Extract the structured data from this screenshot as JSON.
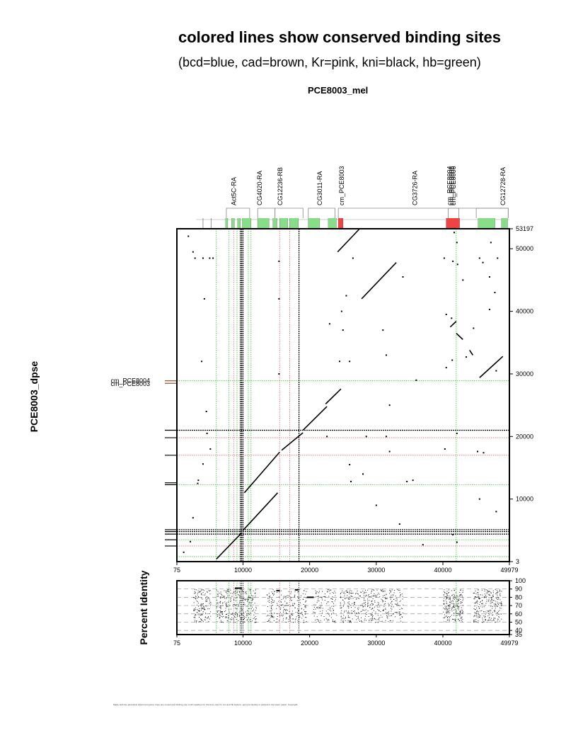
{
  "header": {
    "title": "colored lines show conserved binding sites",
    "subtitle": "(bcd=blue, cad=brown, Kr=pink, kni=black, hb=green)",
    "footer": "Made with the ancestral dotplot program; lines are conserved binding site motif matches for the bcd, cad, Kr, kni and hb factors; percent identity is plotted in the lower panel. Copyright."
  },
  "colors": {
    "bcd": "#2244cc",
    "cad": "#8b4513",
    "Kr": "#ee6677",
    "kni": "#000000",
    "hb": "#33cc33",
    "exon": "#88dd88",
    "cre": "#ee4444",
    "frame": "#000000"
  },
  "chart_data": [
    {
      "type": "scatter",
      "name": "dotplot",
      "title": "PCE8003_mel",
      "xlabel": "",
      "ylabel": "PCE8003_dpse",
      "xlim": [
        75,
        49979
      ],
      "ylim": [
        3,
        53197
      ],
      "x_ticks": [
        "75",
        "10000",
        "20000",
        "30000",
        "40000",
        "49979"
      ],
      "x_tick_values": [
        75,
        10000,
        20000,
        30000,
        40000,
        49979
      ],
      "y_ticks": [
        "3",
        "10000",
        "20000",
        "30000",
        "40000",
        "50000",
        "53197"
      ],
      "y_tick_values": [
        3,
        10000,
        20000,
        30000,
        40000,
        50000,
        53197
      ],
      "segments": [
        [
          6000,
          400,
          9800,
          4600
        ],
        [
          10000,
          5000,
          15200,
          11000
        ],
        [
          10200,
          11000,
          15500,
          17500
        ],
        [
          15800,
          17800,
          19000,
          20600
        ],
        [
          19000,
          21000,
          22600,
          24800
        ],
        [
          22400,
          25200,
          24700,
          27600
        ],
        [
          24200,
          49500,
          27500,
          53197
        ],
        [
          27800,
          42000,
          33000,
          47800
        ],
        [
          41100,
          37500,
          42000,
          38400
        ],
        [
          42000,
          36500,
          43000,
          35500
        ],
        [
          44000,
          33800,
          44500,
          33000
        ],
        [
          45500,
          29400,
          49000,
          32800
        ]
      ],
      "dots": [
        [
          2500,
          49500
        ],
        [
          4000,
          48500
        ],
        [
          5000,
          48500
        ],
        [
          2800,
          48500
        ],
        [
          5500,
          48500
        ],
        [
          1800,
          52000
        ],
        [
          4200,
          42000
        ],
        [
          3800,
          32000
        ],
        [
          4500,
          24000
        ],
        [
          15400,
          30000
        ],
        [
          15400,
          48000
        ],
        [
          15400,
          42000
        ],
        [
          23000,
          38000
        ],
        [
          25000,
          37000
        ],
        [
          26000,
          32000
        ],
        [
          24500,
          32000
        ],
        [
          24800,
          40000
        ],
        [
          25500,
          42500
        ],
        [
          32000,
          25000
        ],
        [
          36000,
          29000
        ],
        [
          31500,
          33000
        ],
        [
          31000,
          37000
        ],
        [
          26500,
          48500
        ],
        [
          34000,
          45500
        ],
        [
          40200,
          48500
        ],
        [
          41500,
          48000
        ],
        [
          42200,
          47500
        ],
        [
          40500,
          39500
        ],
        [
          41300,
          38900
        ],
        [
          43000,
          45000
        ],
        [
          45500,
          48500
        ],
        [
          46000,
          47800
        ],
        [
          47000,
          45500
        ],
        [
          47800,
          43000
        ],
        [
          47000,
          40300
        ],
        [
          44600,
          37300
        ],
        [
          40500,
          31000
        ],
        [
          41400,
          32200
        ],
        [
          43500,
          32700
        ],
        [
          48000,
          30500
        ],
        [
          48200,
          48500
        ],
        [
          47200,
          51000
        ],
        [
          42100,
          51000
        ],
        [
          41700,
          52600
        ],
        [
          3200,
          12500
        ],
        [
          2500,
          7000
        ],
        [
          5100,
          18000
        ],
        [
          4600,
          20500
        ],
        [
          3300,
          13000
        ],
        [
          4000,
          15600
        ],
        [
          2100,
          3200
        ],
        [
          1100,
          1500
        ],
        [
          26000,
          15500
        ],
        [
          28000,
          14000
        ],
        [
          30000,
          9000
        ],
        [
          33500,
          6000
        ],
        [
          35500,
          13000
        ],
        [
          32000,
          17600
        ],
        [
          40300,
          18000
        ],
        [
          42100,
          20500
        ],
        [
          45200,
          17600
        ],
        [
          46100,
          17400
        ],
        [
          45500,
          10000
        ],
        [
          48000,
          8000
        ],
        [
          41500,
          4300
        ],
        [
          42100,
          3100
        ],
        [
          37000,
          2700
        ],
        [
          28500,
          20000
        ],
        [
          31500,
          20000
        ],
        [
          22600,
          20000
        ],
        [
          26200,
          12800
        ],
        [
          34600,
          12800
        ]
      ],
      "vlines": [
        {
          "x": 6000,
          "color": "hb"
        },
        {
          "x": 7900,
          "color": "hb"
        },
        {
          "x": 8600,
          "color": "Kr"
        },
        {
          "x": 9100,
          "color": "hb"
        },
        {
          "x": 9600,
          "color": "kni"
        },
        {
          "x": 9800,
          "color": "kni"
        },
        {
          "x": 10000,
          "color": "kni"
        },
        {
          "x": 10800,
          "color": "hb"
        },
        {
          "x": 11200,
          "color": "hb"
        },
        {
          "x": 15500,
          "color": "Kr"
        },
        {
          "x": 17000,
          "color": "Kr"
        },
        {
          "x": 18400,
          "color": "kni"
        },
        {
          "x": 42000,
          "color": "hb"
        }
      ],
      "hlines": [
        {
          "y": 800,
          "color": "hb"
        },
        {
          "y": 2500,
          "color": "Kr"
        },
        {
          "y": 3500,
          "color": "hb"
        },
        {
          "y": 4400,
          "color": "kni"
        },
        {
          "y": 4800,
          "color": "kni"
        },
        {
          "y": 5100,
          "color": "kni"
        },
        {
          "y": 12300,
          "color": "hb"
        },
        {
          "y": 17000,
          "color": "Kr"
        },
        {
          "y": 19800,
          "color": "Kr"
        },
        {
          "y": 21000,
          "color": "kni"
        },
        {
          "y": 28900,
          "color": "hb"
        }
      ],
      "left_marks": [
        {
          "y": 4400,
          "color": "kni"
        },
        {
          "y": 4800,
          "color": "kni"
        },
        {
          "y": 5100,
          "color": "kni"
        },
        {
          "y": 3500,
          "color": "kni"
        },
        {
          "y": 2500,
          "color": "kni"
        },
        {
          "y": 12300,
          "color": "kni"
        },
        {
          "y": 12600,
          "color": "kni"
        },
        {
          "y": 17000,
          "color": "kni"
        },
        {
          "y": 19800,
          "color": "kni"
        },
        {
          "y": 21000,
          "color": "kni"
        },
        {
          "y": 28500,
          "color": "cad"
        },
        {
          "y": 28900,
          "color": "cad"
        }
      ],
      "left_labels": [
        "cm_PCE8004",
        "cm_PCE8003"
      ],
      "left_label_y": [
        28900,
        28400
      ]
    },
    {
      "type": "scatter",
      "name": "percent-identity",
      "ylabel": "Percent Identity",
      "xlim": [
        75,
        49979
      ],
      "ylim": [
        35,
        100
      ],
      "x_ticks": [
        "75",
        "10000",
        "20000",
        "30000",
        "40000",
        "49979"
      ],
      "x_tick_values": [
        75,
        10000,
        20000,
        30000,
        40000,
        49979
      ],
      "y_ticks": [
        "35",
        "40",
        "50",
        "60",
        "70",
        "80",
        "90",
        "100"
      ],
      "y_tick_values": [
        35,
        40,
        50,
        60,
        70,
        80,
        90,
        100
      ],
      "dense_regions": [
        [
          2500,
          5200,
          150
        ],
        [
          6000,
          12000,
          320
        ],
        [
          13500,
          19500,
          240
        ],
        [
          20500,
          24000,
          120
        ],
        [
          24500,
          34000,
          420
        ],
        [
          40000,
          43000,
          220
        ],
        [
          44500,
          48800,
          260
        ]
      ],
      "highlights": [
        [
          9000,
          91
        ],
        [
          9500,
          91
        ],
        [
          15200,
          88
        ],
        [
          18000,
          89
        ],
        [
          19800,
          80
        ],
        [
          20300,
          80
        ]
      ]
    }
  ],
  "gene_track": {
    "labels": [
      {
        "text": "Act5C-RA",
        "x": 8600
      },
      {
        "text": "CG4020-RA",
        "x": 12500
      },
      {
        "text": "CG12236-RB",
        "x": 15600
      },
      {
        "text": "CG3011-RA",
        "x": 21500
      },
      {
        "text": "cm_PCE8003",
        "x": 24800
      },
      {
        "text": "CG3726-RA",
        "x": 35800
      },
      {
        "text": "cm_PCE8004",
        "x": 41000
      },
      {
        "text": "cm_PCE8005",
        "x": 41300
      },
      {
        "text": "cm_PCE8006",
        "x": 41600
      },
      {
        "text": "CG12728-RA",
        "x": 49000
      }
    ],
    "genes": [
      {
        "start": 7500,
        "end": 11000
      },
      {
        "start": 12200,
        "end": 14800
      },
      {
        "start": 14800,
        "end": 19000
      },
      {
        "start": 19800,
        "end": 23800
      },
      {
        "start": 24300,
        "end": 49800
      },
      {
        "start": 40800,
        "end": 42400
      },
      {
        "start": 45000,
        "end": 49800
      }
    ],
    "exons": [
      {
        "start": 7400,
        "end": 7700,
        "kind": "exon"
      },
      {
        "start": 8300,
        "end": 8700,
        "kind": "exon"
      },
      {
        "start": 9200,
        "end": 9600,
        "kind": "exon"
      },
      {
        "start": 9900,
        "end": 11200,
        "kind": "exon"
      },
      {
        "start": 12200,
        "end": 13900,
        "kind": "exon"
      },
      {
        "start": 14500,
        "end": 15100,
        "kind": "exon"
      },
      {
        "start": 15500,
        "end": 16700,
        "kind": "exon"
      },
      {
        "start": 17000,
        "end": 18300,
        "kind": "exon"
      },
      {
        "start": 19800,
        "end": 21500,
        "kind": "exon"
      },
      {
        "start": 22800,
        "end": 24000,
        "kind": "exon"
      },
      {
        "start": 24300,
        "end": 25000,
        "kind": "cre"
      },
      {
        "start": 40500,
        "end": 42500,
        "kind": "cre"
      },
      {
        "start": 45300,
        "end": 47800,
        "kind": "exon"
      },
      {
        "start": 48800,
        "end": 49700,
        "kind": "exon"
      }
    ],
    "ticks": [
      4000,
      5200,
      7400,
      7700,
      8300,
      8700,
      9200,
      9600,
      9900,
      10500,
      11200,
      12200,
      13900,
      14500,
      15100,
      15500,
      16700,
      17000,
      18300,
      19800,
      21500,
      22800,
      24000,
      24300,
      25000,
      40500,
      42500,
      45300,
      47800,
      48800,
      49700
    ]
  }
}
